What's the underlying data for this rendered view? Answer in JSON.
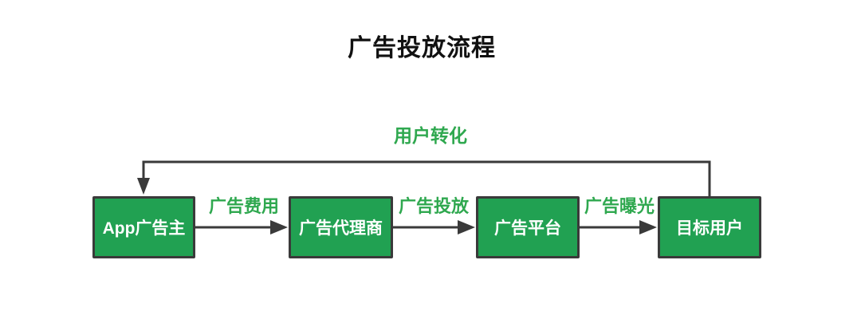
{
  "title": "广告投放流程",
  "colors": {
    "node_fill": "#21a152",
    "node_border": "#3a3a3a",
    "node_text": "#ffffff",
    "edge_label_green": "#2fa84f",
    "arrow": "#3a3a3a",
    "title_text": "#111111",
    "background": "#ffffff"
  },
  "nodes": [
    {
      "label": "App广告主"
    },
    {
      "label": "广告代理商"
    },
    {
      "label": "广告平台"
    },
    {
      "label": "目标用户"
    }
  ],
  "edges": [
    {
      "from": "App广告主",
      "to": "广告代理商",
      "label": "广告费用"
    },
    {
      "from": "广告代理商",
      "to": "广告平台",
      "label": "广告投放"
    },
    {
      "from": "广告平台",
      "to": "目标用户",
      "label": "广告曝光"
    },
    {
      "from": "目标用户",
      "to": "App广告主",
      "label": "用户转化"
    }
  ]
}
